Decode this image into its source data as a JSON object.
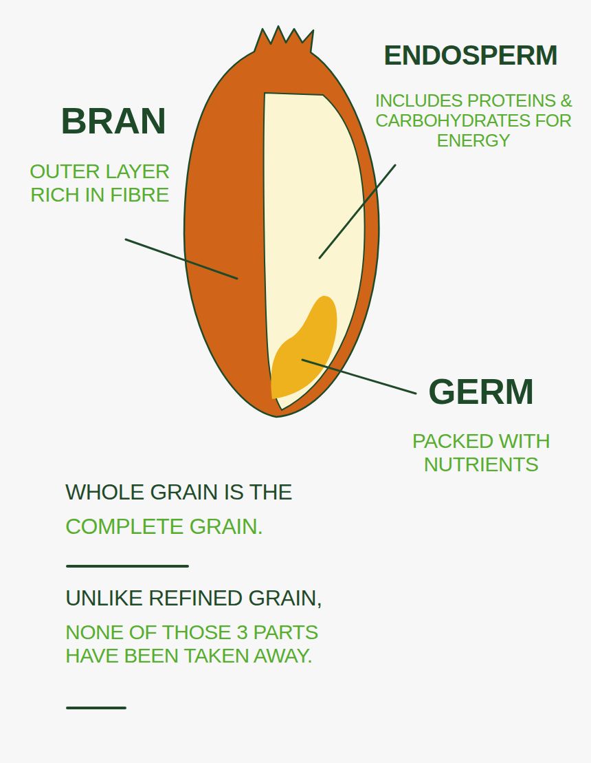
{
  "diagram": {
    "labels": [
      "BRAN",
      "OUTER LAYER RICH IN FIBRE",
      "ENDOSPERM",
      "INCLUDES PROTEINS & CARBOHYDRATES FOR ENERGY",
      "GERM",
      "PACKED WITH NUTRIENTS",
      "WHOLE GRAIN IS THE",
      "COMPLETE GRAIN.",
      "UNLIKE REFINED GRAIN,",
      "NONE OF THOSE 3 PARTS HAVE BEEN TAKEN AWAY."
    ]
  }
}
